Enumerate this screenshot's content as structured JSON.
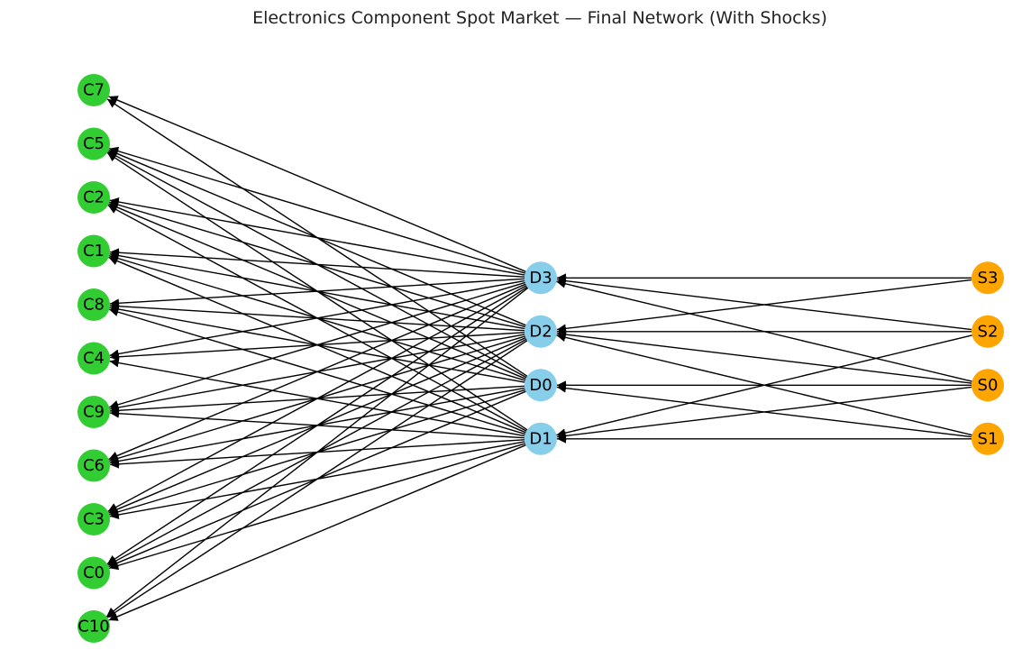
{
  "title": "Electronics Component Spot Market — Final Network (With Shocks)",
  "colors": {
    "customer": "#32cd32",
    "distributor": "#87ceeb",
    "supplier": "#ffa500",
    "edge": "#000000"
  },
  "node_groups": {
    "customers": [
      "C7",
      "C5",
      "C2",
      "C1",
      "C8",
      "C4",
      "C9",
      "C6",
      "C3",
      "C0",
      "C10"
    ],
    "distributors": [
      "D3",
      "D2",
      "D0",
      "D1"
    ],
    "suppliers": [
      "S3",
      "S2",
      "S0",
      "S1"
    ]
  },
  "edges": [
    {
      "from": "S3",
      "to": "D3"
    },
    {
      "from": "S3",
      "to": "D2"
    },
    {
      "from": "S2",
      "to": "D3"
    },
    {
      "from": "S2",
      "to": "D2"
    },
    {
      "from": "S2",
      "to": "D1"
    },
    {
      "from": "S0",
      "to": "D3"
    },
    {
      "from": "S0",
      "to": "D2"
    },
    {
      "from": "S0",
      "to": "D0"
    },
    {
      "from": "S0",
      "to": "D1"
    },
    {
      "from": "S1",
      "to": "D2"
    },
    {
      "from": "S1",
      "to": "D0"
    },
    {
      "from": "S1",
      "to": "D1"
    },
    {
      "from": "D3",
      "to": "C7"
    },
    {
      "from": "D3",
      "to": "C5"
    },
    {
      "from": "D3",
      "to": "C2"
    },
    {
      "from": "D3",
      "to": "C1"
    },
    {
      "from": "D3",
      "to": "C8"
    },
    {
      "from": "D3",
      "to": "C4"
    },
    {
      "from": "D3",
      "to": "C9"
    },
    {
      "from": "D3",
      "to": "C6"
    },
    {
      "from": "D3",
      "to": "C3"
    },
    {
      "from": "D3",
      "to": "C0"
    },
    {
      "from": "D3",
      "to": "C10"
    },
    {
      "from": "D2",
      "to": "C5"
    },
    {
      "from": "D2",
      "to": "C2"
    },
    {
      "from": "D2",
      "to": "C1"
    },
    {
      "from": "D2",
      "to": "C8"
    },
    {
      "from": "D2",
      "to": "C4"
    },
    {
      "from": "D2",
      "to": "C9"
    },
    {
      "from": "D2",
      "to": "C6"
    },
    {
      "from": "D2",
      "to": "C3"
    },
    {
      "from": "D2",
      "to": "C0"
    },
    {
      "from": "D2",
      "to": "C10"
    },
    {
      "from": "D0",
      "to": "C7"
    },
    {
      "from": "D0",
      "to": "C5"
    },
    {
      "from": "D0",
      "to": "C2"
    },
    {
      "from": "D0",
      "to": "C1"
    },
    {
      "from": "D0",
      "to": "C8"
    },
    {
      "from": "D0",
      "to": "C9"
    },
    {
      "from": "D0",
      "to": "C6"
    },
    {
      "from": "D0",
      "to": "C3"
    },
    {
      "from": "D0",
      "to": "C0"
    },
    {
      "from": "D1",
      "to": "C5"
    },
    {
      "from": "D1",
      "to": "C2"
    },
    {
      "from": "D1",
      "to": "C1"
    },
    {
      "from": "D1",
      "to": "C8"
    },
    {
      "from": "D1",
      "to": "C4"
    },
    {
      "from": "D1",
      "to": "C9"
    },
    {
      "from": "D1",
      "to": "C6"
    },
    {
      "from": "D1",
      "to": "C3"
    },
    {
      "from": "D1",
      "to": "C0"
    },
    {
      "from": "D1",
      "to": "C10"
    }
  ]
}
